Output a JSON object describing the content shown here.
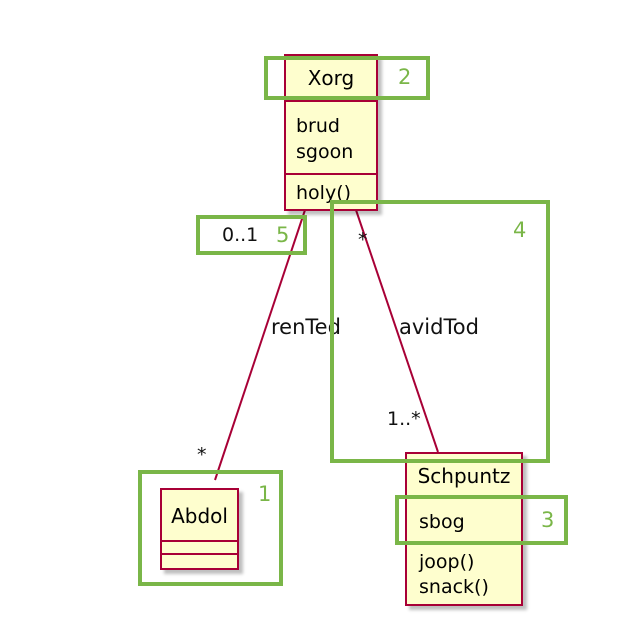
{
  "classes": {
    "xorg": {
      "name": "Xorg",
      "attributes": [
        "brud",
        "sgoon"
      ],
      "methods": [
        "holy()"
      ]
    },
    "abdol": {
      "name": "Abdol",
      "attributes": [],
      "methods": []
    },
    "schpuntz": {
      "name": "Schpuntz",
      "attributes": [
        "sbog"
      ],
      "methods": [
        "joop()",
        "snack()"
      ]
    }
  },
  "associations": {
    "renTed": {
      "label": "renTed",
      "source_multiplicity": "0..1",
      "target_multiplicity": "*"
    },
    "avidTod": {
      "label": "avidTod",
      "source_multiplicity": "*",
      "target_multiplicity": "1..*"
    }
  },
  "highlights": [
    "1",
    "2",
    "3",
    "4",
    "5"
  ],
  "colors": {
    "class_fill": "#fefece",
    "class_border": "#a80036",
    "highlight": "#7ab648"
  }
}
